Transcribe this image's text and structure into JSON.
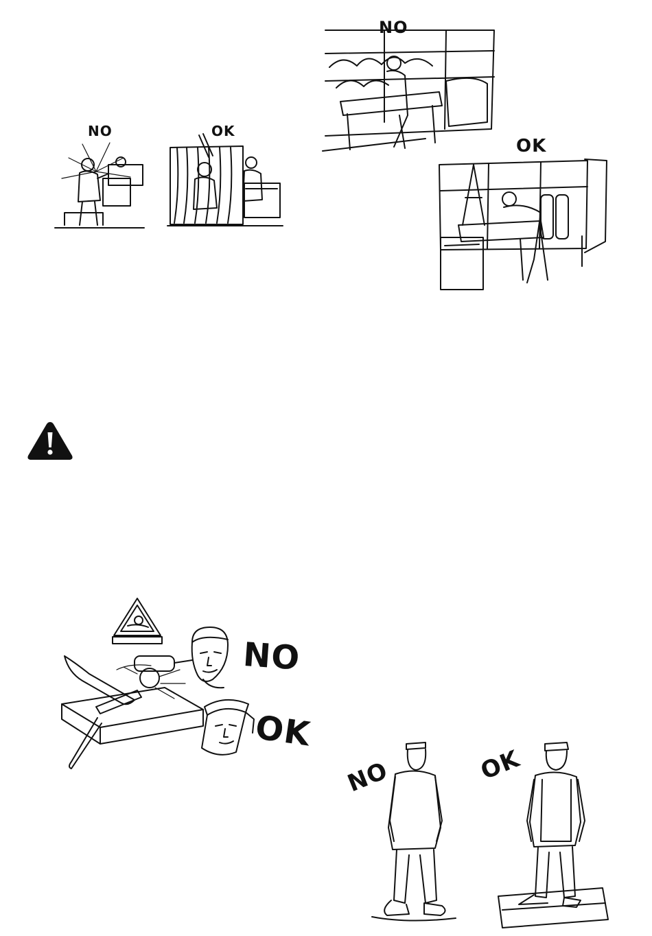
{
  "panels": {
    "welding_screen": {
      "no_label": "NO",
      "ok_label": "OK"
    },
    "fume_extraction": {
      "no_label": "NO",
      "ok_label": "OK"
    },
    "grinding_face_protection": {
      "no_label": "NO",
      "ok_label": "OK"
    },
    "protective_clothing": {
      "no_label": "NO",
      "ok_label": "OK"
    }
  },
  "icons": {
    "warning": "warning-triangle-icon",
    "caution_sign": "caution-sign-icon"
  }
}
